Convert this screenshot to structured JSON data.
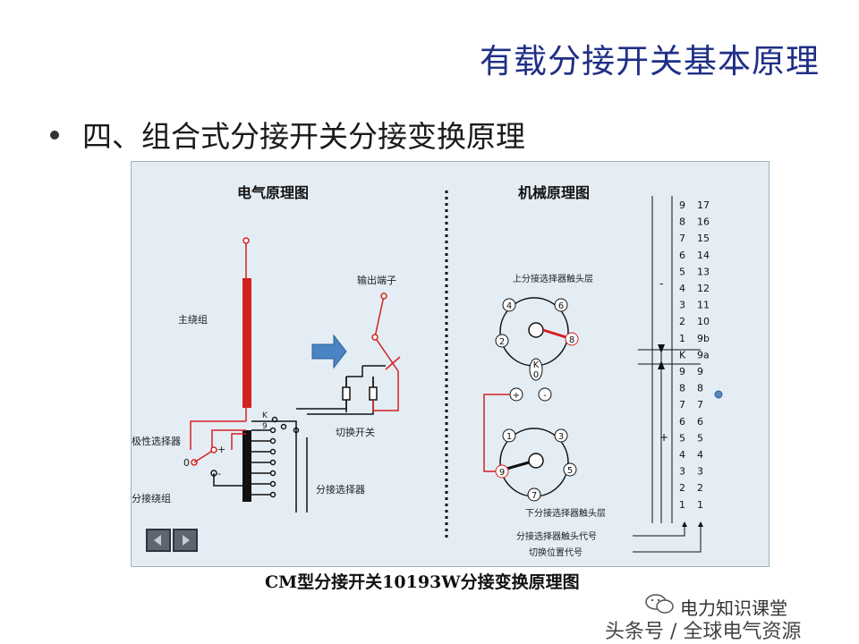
{
  "title": "有载分接开关基本原理",
  "bullet": "四、组合式分接开关分接变换原理",
  "caption": "CM型分接开关10193W分接变换原理图",
  "diagram": {
    "left_title": "电气原理图",
    "right_title": "机械原理图",
    "labels": {
      "main_winding": "主绕组",
      "polarity_selector": "极性选择器",
      "tap_winding": "分接绕组",
      "output_terminal": "输出端子",
      "diverter_switch": "切换开关",
      "tap_selector": "分接选择器",
      "upper_layer": "上分接选择器触头层",
      "lower_layer": "下分接选择器触头层",
      "contact_code": "分接选择器触头代号",
      "position_code": "切换位置代号",
      "plus": "+",
      "minus": "-",
      "zero": "0",
      "k": "K",
      "nine": "9"
    },
    "upper_contacts": [
      "4",
      "6",
      "2",
      "8",
      "K",
      "0"
    ],
    "lower_contacts": [
      "1",
      "3",
      "9",
      "5",
      "7"
    ],
    "pm": [
      "+",
      "-"
    ],
    "left_col": [
      "9",
      "8",
      "7",
      "6",
      "5",
      "4",
      "3",
      "2",
      "1",
      "K",
      "9",
      "8",
      "7",
      "6",
      "5",
      "4",
      "3",
      "2",
      "1"
    ],
    "right_col": [
      "17",
      "16",
      "15",
      "14",
      "13",
      "12",
      "11",
      "10",
      "9b",
      "9a",
      "9",
      "8",
      "7",
      "6",
      "5",
      "4",
      "3",
      "2",
      "1"
    ],
    "scale_signs": [
      "-",
      "+"
    ]
  },
  "watermark": {
    "account": "电力知识课堂",
    "source": "头条号 / 全球电气资源"
  },
  "colors": {
    "title": "#1f2f86",
    "wire_red": "#d32020",
    "panel_bg": "#e4edf4",
    "arrow_blue": "#4a84c4"
  }
}
